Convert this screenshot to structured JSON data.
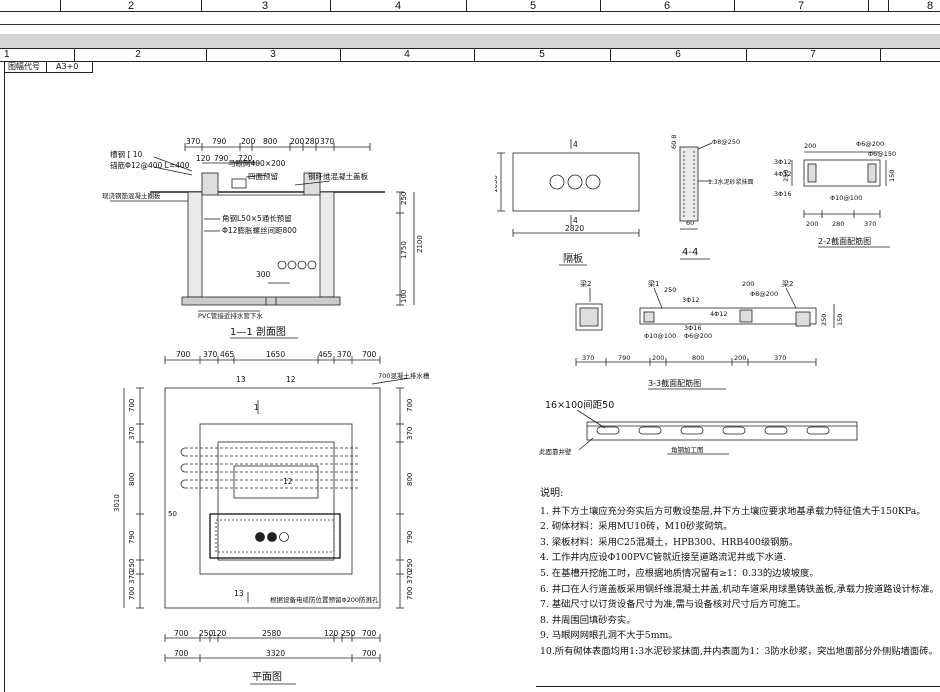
{
  "top_ruler": [
    "2",
    "3",
    "4",
    "5",
    "6",
    "7",
    "8"
  ],
  "inner_ruler": [
    "1",
    "2",
    "3",
    "4",
    "5",
    "6",
    "7"
  ],
  "frame": {
    "code_label": "图幅代号",
    "code_value": "A3+0"
  },
  "section_1_1": {
    "title": "1—1 剖面图",
    "top_dims": [
      "370",
      "790",
      "200",
      "800",
      "200",
      "280",
      "370"
    ],
    "sub_dims": [
      "120",
      "790",
      "720"
    ],
    "right_dims": [
      "250",
      "2100",
      "1750",
      "100"
    ],
    "dim_300": "300",
    "labels": {
      "channel": "槽钢 [ 10",
      "rebar": "锚筋Φ12@400 L=400",
      "mesh": "马眼网400×200",
      "groove": "四面预留",
      "cover": "钢纤维混凝土盖板",
      "road": "现浇钢筋混凝土圈板",
      "angle": "角钢L50×5通长预留",
      "bolt": "Φ12膨胀螺丝间距800",
      "pvc": "PVC管接近排水管下水"
    }
  },
  "partition": {
    "title": "隔板",
    "width_dim": "2820",
    "height_dim": "1030",
    "mark_top": "4",
    "mark_bot": "4"
  },
  "section_4_4": {
    "title": "4-4",
    "dim_top": "60 8",
    "label_rebar": "Φ8@250",
    "label_mortar": "1:3水泥砂浆抹面",
    "dim_bot": "60"
  },
  "section_2_2": {
    "title": "2-2截面配筋图",
    "dims_top": [
      "200",
      "Φ6@200",
      "Φ6@150"
    ],
    "labels": [
      "3Φ12",
      "4Φ12",
      "3Φ16",
      "Φ10@100"
    ],
    "dims_bot": [
      "200",
      "280",
      "370"
    ],
    "height": "250",
    "right": "150"
  },
  "section_3_3": {
    "title": "3-3截面配筋图",
    "labels": [
      "梁2",
      "梁1",
      "梁2",
      "250",
      "200",
      "Φ8@200",
      "3Φ12",
      "4Φ12",
      "3Φ16",
      "Φ6@200",
      "Φ10@100",
      "250",
      "150"
    ],
    "dims": [
      "370",
      "790",
      "200",
      "800",
      "200",
      "370"
    ]
  },
  "angle_steel": {
    "title": "角钢加工图",
    "spec": "16×100间距50",
    "side": "此面靠井壁"
  },
  "plan": {
    "title": "平面图",
    "top_dims": [
      "700",
      "370",
      "465",
      "1650",
      "465",
      "370",
      "700"
    ],
    "mid_labels": [
      "13",
      "12"
    ],
    "left_dims": [
      "700",
      "370",
      "800",
      "3010",
      "790",
      "250",
      "370",
      "700"
    ],
    "right_dims": [
      "700",
      "370",
      "800",
      "790",
      "250",
      "370",
      "700"
    ],
    "bot_dims1": [
      "700",
      "250",
      "120",
      "2580",
      "120",
      "250",
      "700"
    ],
    "bot_dims2": [
      "700",
      "3320",
      "700"
    ],
    "labels": {
      "drain": "700混凝土排水槽",
      "mark1": "1",
      "mark13": "13",
      "mark12": "12",
      "mark50": "50",
      "hole": "根据设备电缆防位置预留Φ200防溅孔"
    }
  },
  "notes": {
    "title": "说明:",
    "items": [
      "1. 井下方土壤应充分夯实后方可敷设垫层,井下方土壤应要求地基承载力特征值大于150KPa。",
      "2. 砌体材料：采用MU10砖，M10砂浆砌筑。",
      "3. 梁板材料：采用C25混凝土，HPB300、HRB400级钢筋。",
      "4. 工作井内应设Φ100PVC管就近接至道路流泥井或下水道.",
      "5. 在基槽开挖施工时，应根据地质情况留有≥1：0.33的边坡坡度。",
      "6. 井口在人行道盖板采用钢纤维混凝土井盖,机动车道采用球墨铸铁盖板,承载力按道路设计标准。",
      "7.  基础尺寸以订货设备尺寸为准,需与设备核对尺寸后方可施工。",
      "8. 井周围回填砂夯实。",
      "9. 马眼网网眼孔洞不大于5mm。",
      "10.所有砌体表面均用1:3水泥砂浆抹面,井内表面为1：3防水砂浆，突出地面部分外侧贴墙面砖。"
    ]
  }
}
